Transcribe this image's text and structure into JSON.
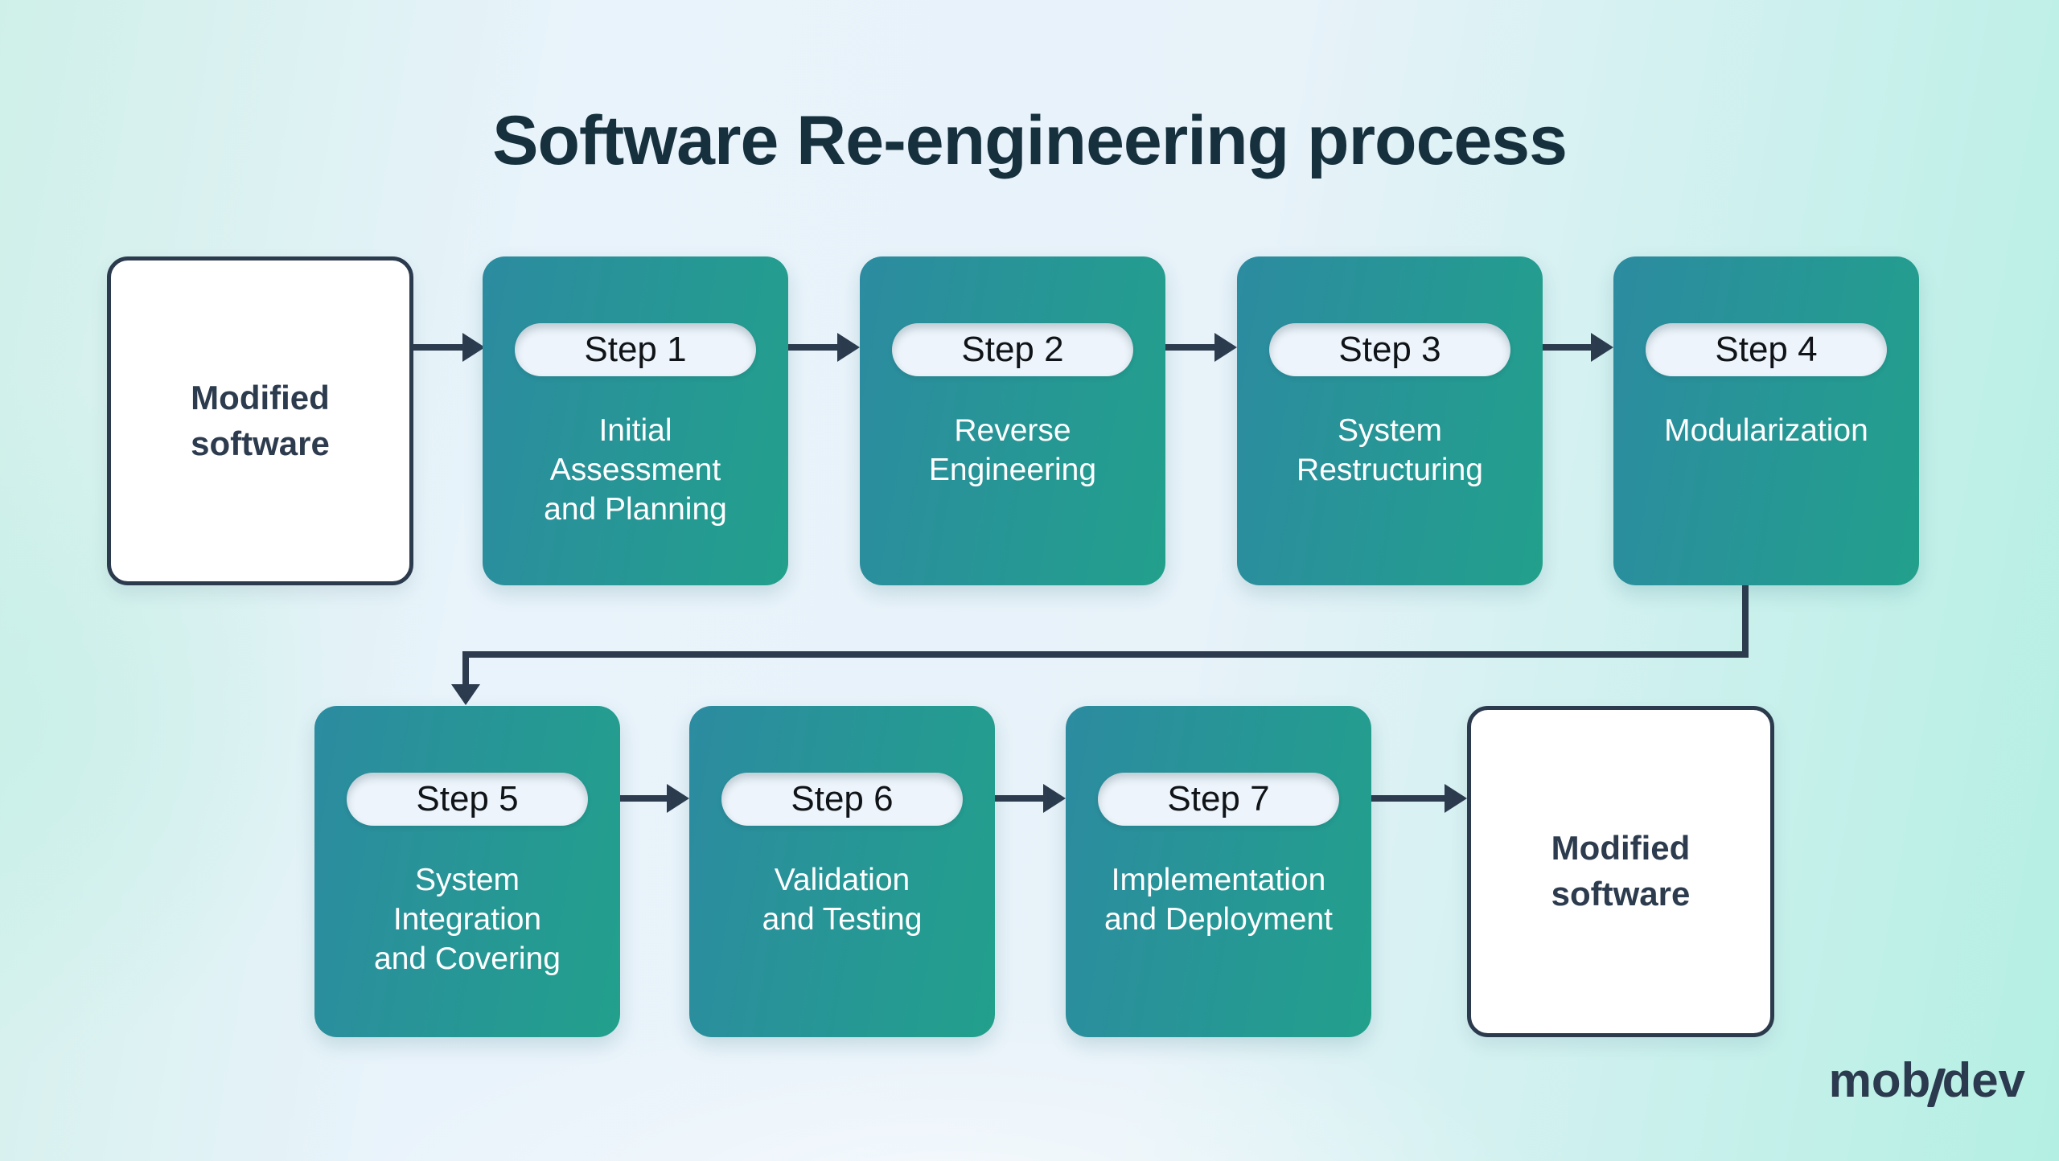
{
  "title": "Software Re-engineering process",
  "flow": {
    "start": {
      "label": "Modified\nsoftware"
    },
    "end": {
      "label": "Modified\nsoftware"
    },
    "steps": [
      {
        "badge": "Step 1",
        "label": "Initial\nAssessment\nand Planning"
      },
      {
        "badge": "Step 2",
        "label": "Reverse\nEngineering"
      },
      {
        "badge": "Step 3",
        "label": "System\nRestructuring"
      },
      {
        "badge": "Step 4",
        "label": "Modularization"
      },
      {
        "badge": "Step 5",
        "label": "System\nIntegration\nand Covering"
      },
      {
        "badge": "Step 6",
        "label": "Validation\nand Testing"
      },
      {
        "badge": "Step 7",
        "label": "Implementation\nand Deployment"
      }
    ]
  },
  "logo": {
    "text": "mobidev",
    "prefix": "mob",
    "suffix": "dev"
  },
  "colors": {
    "title_text": "#16313d",
    "box_gradient_start": "#2c8ba0",
    "box_gradient_end": "#22a08c",
    "badge_bg": "#edf4fb",
    "badge_text": "#101418",
    "node_bg": "#ffffff",
    "node_border": "#2b3a4c",
    "node_text": "#2d3b4e",
    "step_text": "#ffffff",
    "connector": "#2c3b4e",
    "logo_text": "#2b3a4e",
    "background_blue": "#e9f3fb",
    "background_mint": "#b4efe3"
  }
}
